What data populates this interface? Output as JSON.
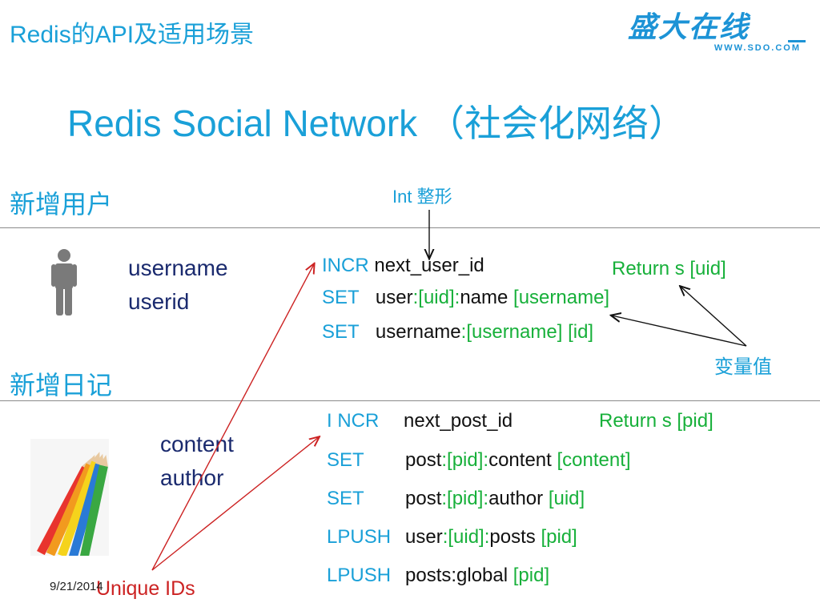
{
  "header": {
    "title": "Redis的API及适用场景"
  },
  "logo": {
    "text": "盛大在线",
    "url": "WWW.SDO.COM"
  },
  "slide": {
    "title": "Redis Social Network （社会化网络）"
  },
  "sections": {
    "new_user": "新增用户",
    "new_post": "新增日记"
  },
  "user_fields": [
    "username",
    "userid"
  ],
  "post_fields": [
    "content",
    "author"
  ],
  "annotations": {
    "int_label": "Int 整形",
    "return_uid": "Return s [uid]",
    "variable": "变量值",
    "return_pid": "Return s [pid]",
    "unique_ids": "Unique IDs"
  },
  "user_commands": {
    "l1_cmd": "INCR",
    "l1_key": "next_user_id",
    "l2_cmd": "SET",
    "l2_a": "user",
    "l2_b": ":[uid]:",
    "l2_c": "name",
    "l2_d": "[username]",
    "l3_cmd": "SET",
    "l3_a": "username",
    "l3_b": ":[username]",
    "l3_c": "[id]"
  },
  "post_commands": {
    "l1_cmd": "I NCR",
    "l1_key": "next_post_id",
    "l2_cmd": "SET",
    "l2_a": "post",
    "l2_b": ":[pid]:",
    "l2_c": "content",
    "l2_d": "[content]",
    "l3_cmd": "SET",
    "l3_a": "post",
    "l3_b": ":[pid]:",
    "l3_c": "author",
    "l3_d": "[uid]",
    "l4_cmd": "LPUSH",
    "l4_a": "user",
    "l4_b": ":[uid]:",
    "l4_c": "posts",
    "l4_d": "[pid]",
    "l5_cmd": "LPUSH",
    "l5_a": "posts:global",
    "l5_d": "[pid]"
  },
  "footer": {
    "date": "9/21/2014"
  },
  "icons": {
    "user": "person-icon",
    "post": "pencils-icon"
  },
  "colors": {
    "title": "#1aa0d8",
    "field": "#1a2a6e",
    "highlight": "#17b03a",
    "arrow_red": "#cc2222"
  }
}
